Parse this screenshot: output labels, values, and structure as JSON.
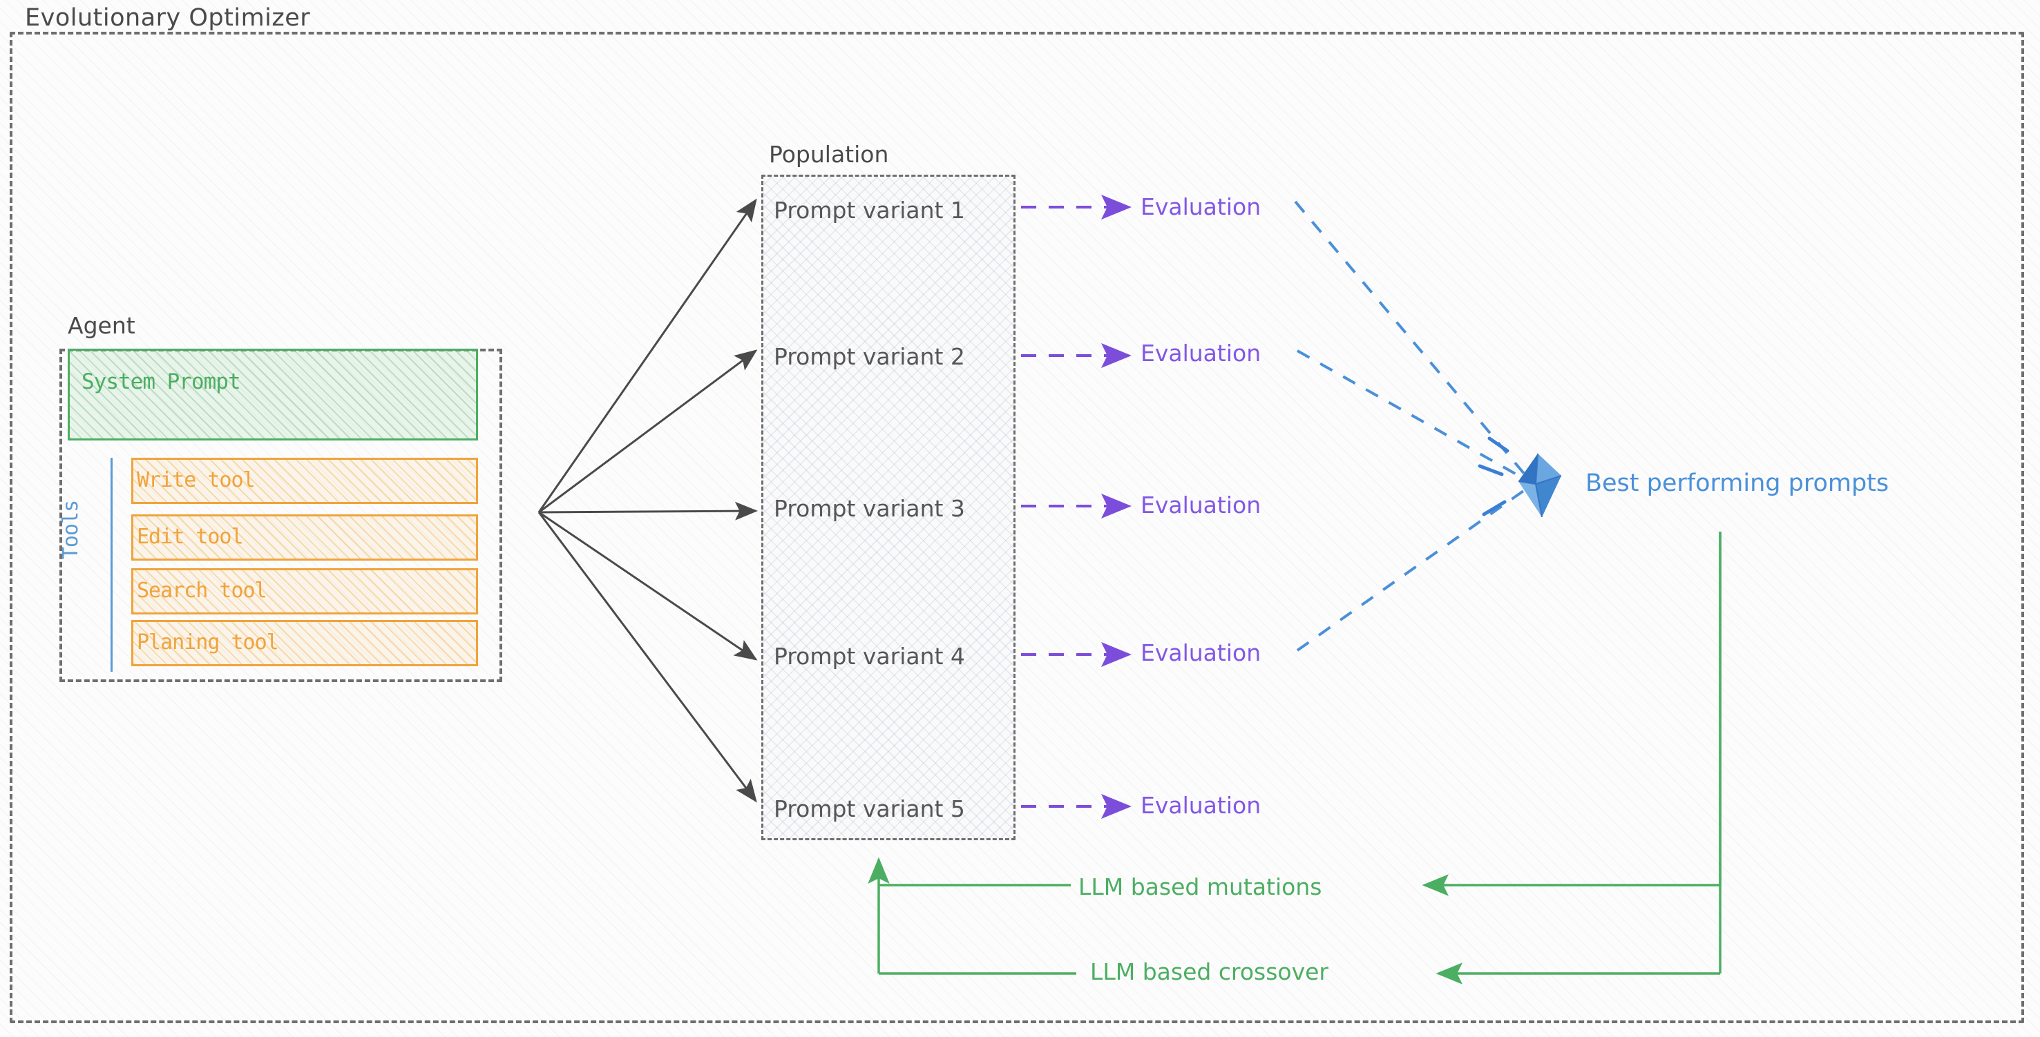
{
  "diagram": {
    "title": "Evolutionary Optimizer",
    "type": "flow-diagram"
  },
  "agent": {
    "title": "Agent",
    "system_prompt": {
      "label": "System Prompt",
      "color": "#4cae62"
    },
    "tools_rail_label": "Tools",
    "tools_rail_color": "#5b9bd5",
    "tools": [
      {
        "label": "Write tool"
      },
      {
        "label": "Edit tool"
      },
      {
        "label": "Search tool"
      },
      {
        "label": "Planing tool"
      }
    ],
    "tool_color": "#f0a33c"
  },
  "population": {
    "title": "Population",
    "variants": [
      {
        "label": "Prompt variant 1"
      },
      {
        "label": "Prompt variant 2"
      },
      {
        "label": "Prompt variant 3"
      },
      {
        "label": "Prompt variant 4"
      },
      {
        "label": "Prompt variant 5"
      }
    ]
  },
  "evaluations": [
    {
      "label": "Evaluation"
    },
    {
      "label": "Evaluation"
    },
    {
      "label": "Evaluation"
    },
    {
      "label": "Evaluation"
    },
    {
      "label": "Evaluation"
    }
  ],
  "evaluation_color": "#8257e5",
  "best": {
    "label": "Best performing prompts",
    "icon": "gem-icon",
    "color": "#4a90d9"
  },
  "feedback": {
    "mutations_label": "LLM based mutations",
    "crossover_label": "LLM based crossover",
    "color": "#4cae62"
  },
  "colors": {
    "frame": "#6e6e6e",
    "text": "#565656",
    "green": "#4cae62",
    "orange": "#f0a33c",
    "blue": "#5b9bd5",
    "purple": "#8257e5",
    "gem_blue": "#3a7fd5",
    "background": "#fcfcfc"
  }
}
